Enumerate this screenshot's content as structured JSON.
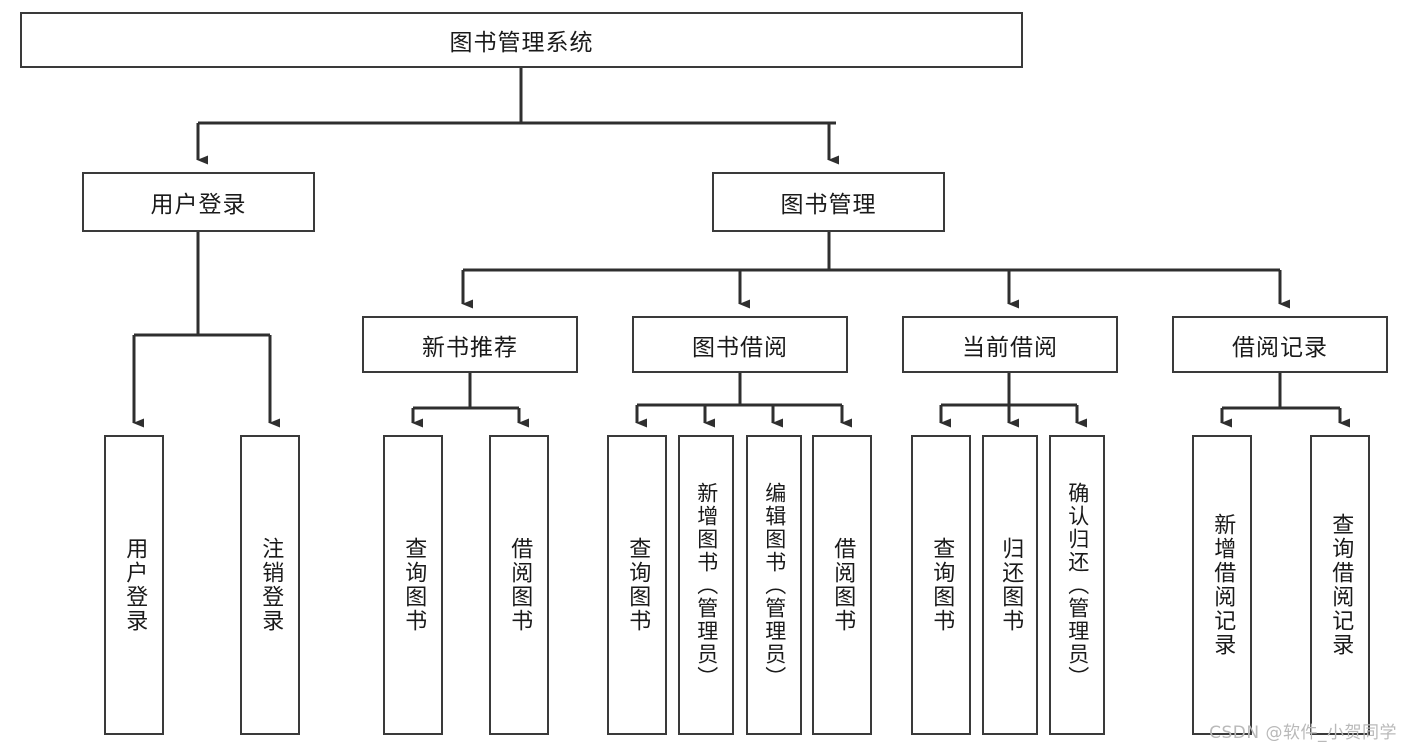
{
  "diagram": {
    "title": "图书管理系统",
    "type": "tree-hierarchy",
    "orientation": "top-down",
    "colors": {
      "box_border": "#3a3a3a",
      "box_fill": "#ffffff",
      "connector": "#2f2f2f",
      "text": "#1a1a1a",
      "watermark": "#b9b9b9",
      "background": "#ffffff"
    }
  },
  "root": {
    "label": "图书管理系统"
  },
  "level2": [
    {
      "label": "用户登录"
    },
    {
      "label": "图书管理"
    }
  ],
  "level3": [
    {
      "label": "新书推荐"
    },
    {
      "label": "图书借阅"
    },
    {
      "label": "当前借阅"
    },
    {
      "label": "借阅记录"
    }
  ],
  "leaves": {
    "user_login": [
      {
        "label": "用户登录"
      },
      {
        "label": "注销登录"
      }
    ],
    "new_book_recommend": [
      {
        "label": "查询图书"
      },
      {
        "label": "借阅图书"
      }
    ],
    "book_borrow": [
      {
        "label": "查询图书"
      },
      {
        "label": "新增图书（管理员）"
      },
      {
        "label": "编辑图书（管理员）"
      },
      {
        "label": "借阅图书"
      }
    ],
    "current_borrow": [
      {
        "label": "查询图书"
      },
      {
        "label": "归还图书"
      },
      {
        "label": "确认归还（管理员）"
      }
    ],
    "borrow_record": [
      {
        "label": "新增借阅记录"
      },
      {
        "label": "查询借阅记录"
      }
    ]
  },
  "watermark": {
    "text": "CSDN @软件_小贺同学"
  }
}
